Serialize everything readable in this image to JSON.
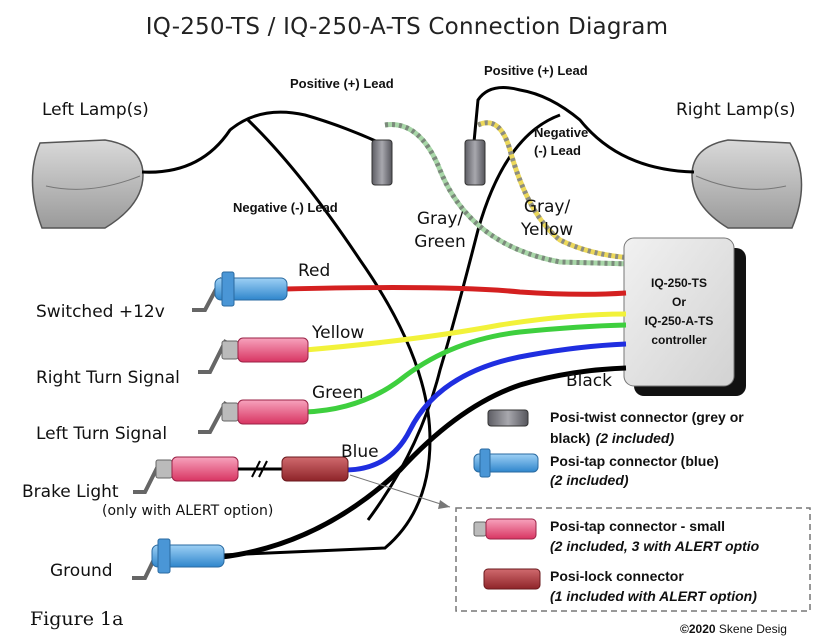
{
  "title": "IQ-250-TS / IQ-250-A-TS Connection Diagram",
  "lamps": {
    "left": "Left Lamp(s)",
    "right": "Right Lamp(s)"
  },
  "leads": {
    "left_positive": "Positive (+) Lead",
    "right_positive": "Positive (+) Lead",
    "left_negative": "Negative (-) Lead",
    "right_negative_1": "Negative",
    "right_negative_2": "(-) Lead"
  },
  "wire_labels": {
    "gray_green_1": "Gray/",
    "gray_green_2": "Green",
    "gray_yellow_1": "Gray/",
    "gray_yellow_2": "Yellow",
    "red": "Red",
    "yellow": "Yellow",
    "green": "Green",
    "blue": "Blue",
    "black": "Black"
  },
  "controller": {
    "line1": "IQ-250-TS",
    "line2": "Or",
    "line3": "IQ-250-A-TS",
    "line4": "controller"
  },
  "inputs": {
    "switched": "Switched +12v",
    "right_turn": "Right Turn Signal",
    "left_turn": "Left Turn Signal",
    "brake": "Brake Light",
    "brake_note": "(only with ALERT option)",
    "ground": "Ground"
  },
  "legend": {
    "twist_title": "Posi-twist connector (grey or",
    "twist_sub_a": "black)",
    "twist_sub_b": "(2 included)",
    "tap_blue_title": "Posi-tap connector (blue)",
    "tap_blue_sub": "(2 included)",
    "tap_small_title": "Posi-tap connector - small",
    "tap_small_sub": "(2 included, 3 with ALERT optio",
    "lock_title": "Posi-lock connector",
    "lock_sub": "(1 included with ALERT option)"
  },
  "figure_label": "Figure 1a",
  "copyright": {
    "year": "©2020",
    "name": "Skene Desig"
  },
  "colors": {
    "red_wire": "#d42020",
    "yellow_wire": "#f2f23a",
    "green_wire": "#3ecf3e",
    "blue_wire": "#1f2ee0",
    "black_wire": "#000000",
    "posi_tap_blue": "#5aa8e6",
    "posi_tap_small": "#e84a78",
    "posi_lock": "#b5383e",
    "posi_twist": "#7a7a82"
  }
}
